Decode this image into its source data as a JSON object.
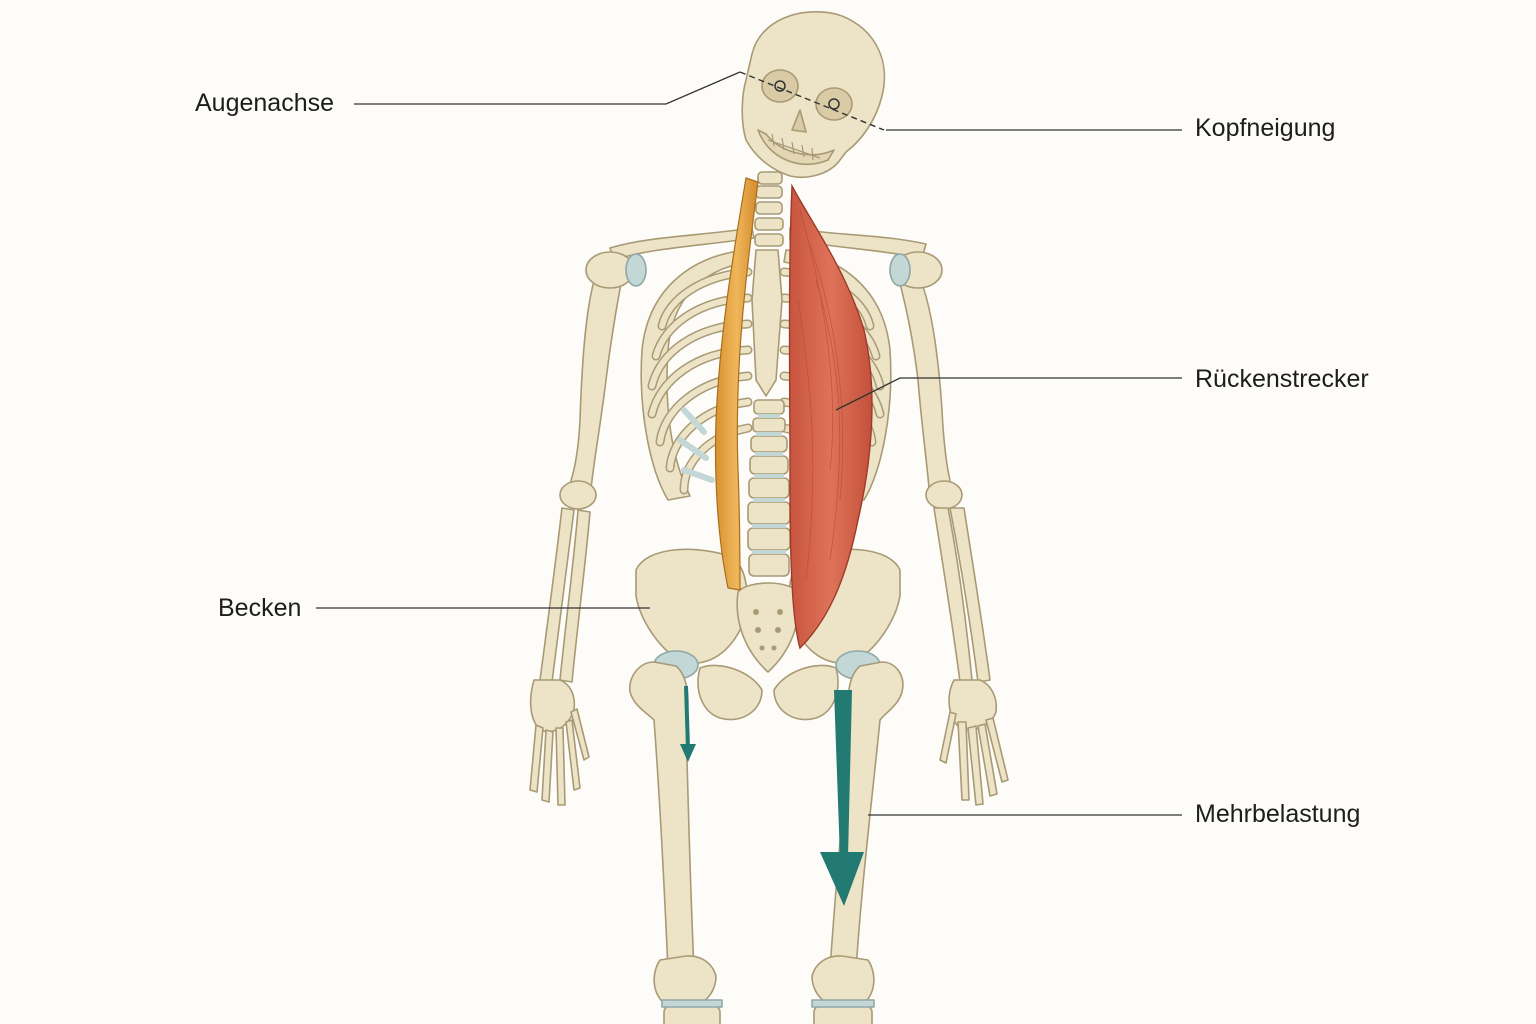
{
  "labels": {
    "eye_axis": "Augenachse",
    "head_tilt": "Kopfneigung",
    "erector_spinae": "Rückenstrecker",
    "pelvis": "Becken",
    "extra_load": "Mehrbelastung"
  },
  "colors": {
    "background": "#fdfcf8",
    "bone": "#ede3c6",
    "bone_outline": "#a89a74",
    "cartilage": "#c3d7d6",
    "tight_muscle": "#d7664e",
    "weak_muscle": "#e3a443",
    "load_arrow": "#227a72",
    "leader_line": "#333333"
  },
  "icons": {
    "load_arrow_left": "arrow-down-small",
    "load_arrow_right": "arrow-down-large"
  }
}
